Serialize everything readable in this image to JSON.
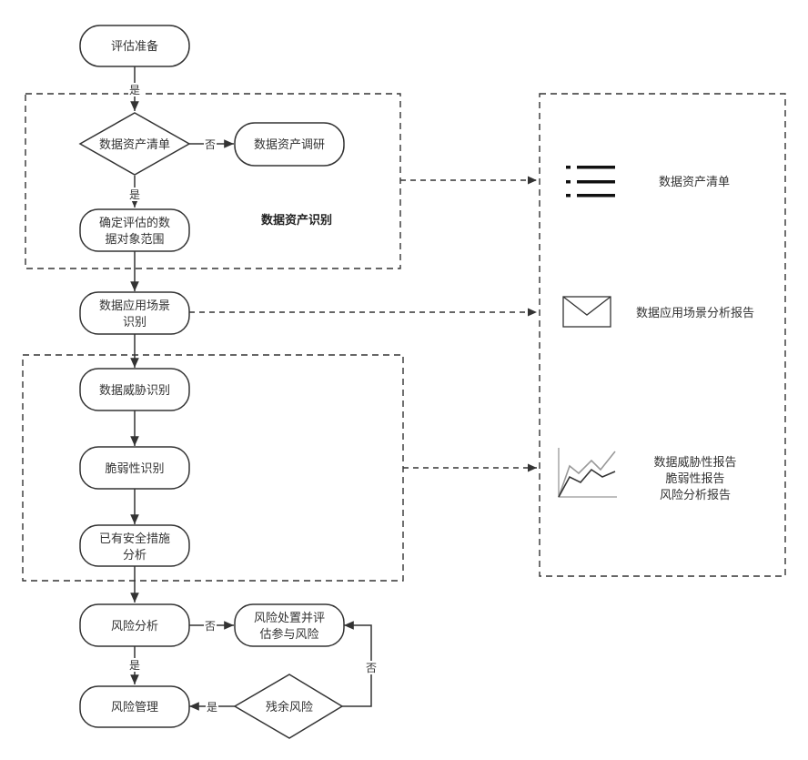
{
  "nodes": {
    "start": "评估准备",
    "inventory_check": "数据资产清单",
    "asset_survey": "数据资产调研",
    "determine_scope": [
      "确定评估的数",
      "据对象范围"
    ],
    "scenario_identify": [
      "数据应用场景",
      "识别"
    ],
    "threat_identify": "数据威胁识别",
    "vuln_identify": "脆弱性识别",
    "measures_analysis": [
      "已有安全措施",
      "分析"
    ],
    "risk_analysis": "风险分析",
    "risk_treatment": [
      "风险处置并评",
      "估参与风险"
    ],
    "risk_management": "风险管理",
    "residual_risk": "残余风险"
  },
  "group_label": "数据资产识别",
  "edge_labels": {
    "yes": "是",
    "no": "否"
  },
  "outputs": {
    "inventory": "数据资产清单",
    "scenario_report": "数据应用场景分析报告",
    "reports": [
      "数据威胁性报告",
      "脆弱性报告",
      "风险分析报告"
    ]
  },
  "icons": {
    "list": "list-icon",
    "envelope": "envelope-icon",
    "chart": "line-chart-icon"
  },
  "colors": {
    "stroke": "#333333",
    "text": "#333333",
    "chart_series_1": "#333333",
    "chart_series_2": "#999999"
  }
}
